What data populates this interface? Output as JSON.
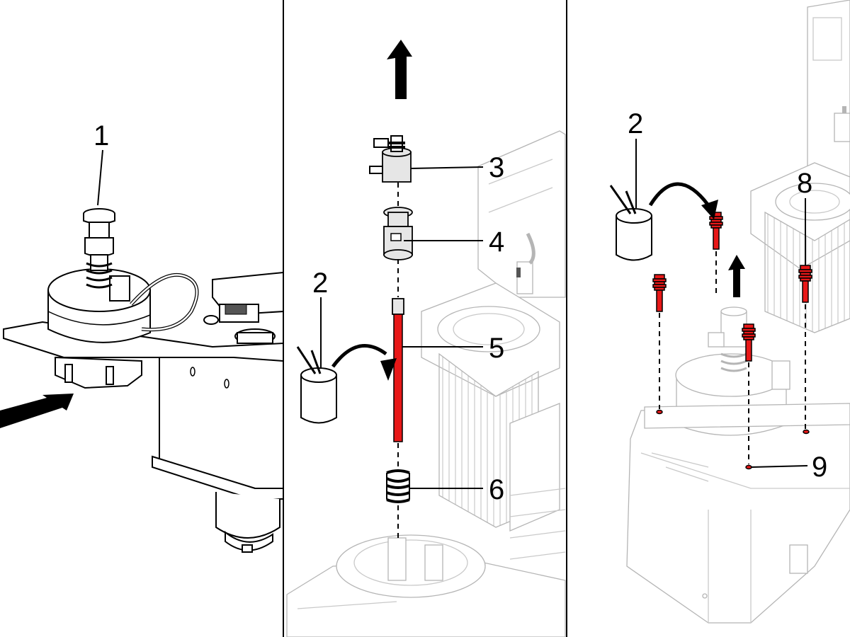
{
  "panels": [
    {
      "id": "panel-1",
      "callouts": [
        "1"
      ]
    },
    {
      "id": "panel-2",
      "callouts": [
        "2",
        "3",
        "4",
        "5",
        "6"
      ]
    },
    {
      "id": "panel-3",
      "callouts": [
        "2",
        "8",
        "9"
      ]
    }
  ],
  "callouts": {
    "c1": "1",
    "c2_panel2": "2",
    "c3": "3",
    "c4": "4",
    "c5": "5",
    "c6": "6",
    "c2_panel3": "2",
    "c8": "8",
    "c9": "9"
  },
  "colors": {
    "highlight": "#e81818",
    "line": "#000000",
    "background_line": "#c9c9c9"
  },
  "icons": [
    "arrow-in-icon",
    "arrow-up-icon",
    "grease-pot-icon",
    "curved-arrow-icon"
  ]
}
